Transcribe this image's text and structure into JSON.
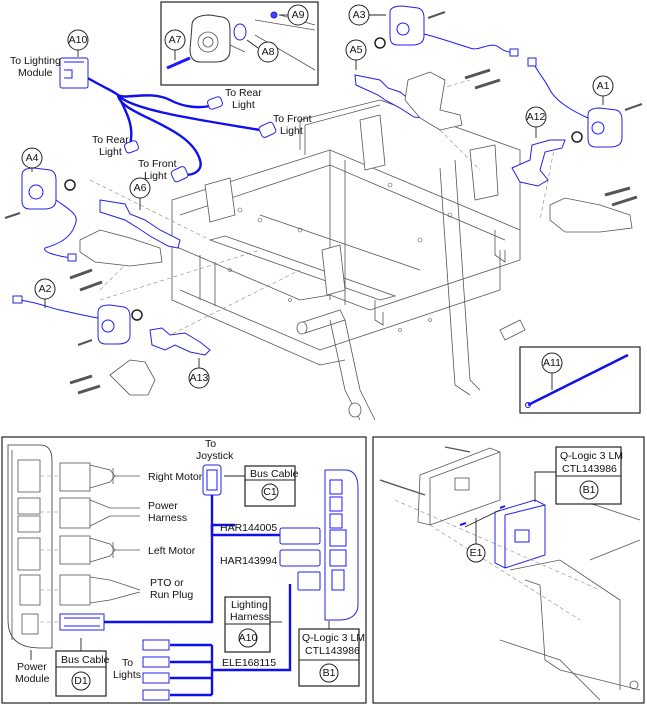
{
  "diagram": {
    "title": "Lighting kit exploded parts diagram with wiring schematic",
    "accent_color": "#1010ee",
    "line_color": "#555555",
    "top_panel": {
      "callouts": [
        "A1",
        "A2",
        "A3",
        "A4",
        "A5",
        "A6",
        "A7",
        "A8",
        "A9",
        "A10",
        "A11",
        "A12",
        "A13"
      ],
      "labels": {
        "to_lighting_module": [
          "To Lighting",
          "Module"
        ],
        "to_rear_light_1": [
          "To Rear",
          "Light"
        ],
        "to_front_light_1": [
          "To Front",
          "Light"
        ],
        "to_rear_light_2": [
          "To Rear",
          "Light"
        ],
        "to_front_light_2": [
          "To Front",
          "Light"
        ]
      }
    },
    "wiring_panel": {
      "power_module_label": [
        "Power",
        "Module"
      ],
      "connections": [
        {
          "label": "Right Motor"
        },
        {
          "label": [
            "Power",
            "Harness"
          ]
        },
        {
          "label": "Left Motor"
        },
        {
          "label": [
            "PTO or",
            "Run Plug"
          ]
        }
      ],
      "to_joystick": [
        "To",
        "Joystick"
      ],
      "bus_cable_c1": {
        "title": "Bus Cable",
        "callout": "C1"
      },
      "bus_cable_d1": {
        "title": "Bus Cable",
        "callout": "D1"
      },
      "cable_har144005": "HAR144005",
      "cable_har143994": "HAR143994",
      "cable_ele168115": "ELE168115",
      "lighting_harness": {
        "title": [
          "Lighting",
          "Harness"
        ],
        "callout": "A10"
      },
      "qlogic": {
        "title": [
          "Q-Logic 3 LM",
          "CTL143986"
        ],
        "callout": "B1"
      },
      "to_lights": [
        "To",
        "Lights"
      ]
    },
    "mount_panel": {
      "qlogic": {
        "title": [
          "Q-Logic 3 LM",
          "CTL143986"
        ],
        "callout": "B1"
      },
      "screws_callout": "E1"
    }
  }
}
